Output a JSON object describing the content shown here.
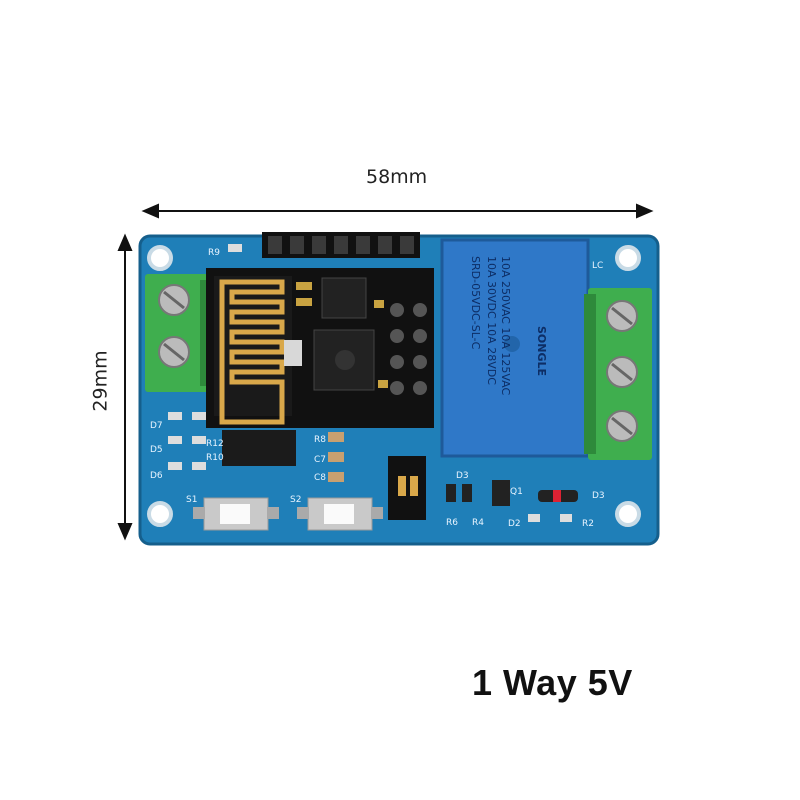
{
  "dimensions": {
    "width_label": "58mm",
    "height_label": "29mm"
  },
  "caption": "1 Way 5V",
  "board": {
    "color": "#1f7fb8",
    "labels": {
      "r9": "R9",
      "r8": "R8",
      "c7": "C7",
      "c8": "C8",
      "r12": "R12",
      "r10": "R10",
      "d7": "D7",
      "d5": "D5",
      "d6": "D6",
      "s1": "S1",
      "s2": "S2",
      "d3a": "D3",
      "d3b": "D3",
      "r6": "R6",
      "r4": "R4",
      "q1": "Q1",
      "d2": "D2",
      "r2": "R2",
      "lc": "LC"
    },
    "relay": {
      "line1": "10A 250VAC  10A 125VAC",
      "line2": "10A 30VDC  10A 28VDC",
      "line3": "SRD-05VDC-SL-C",
      "brand": "SONGLE"
    }
  },
  "colors": {
    "relay": "#2f78c8",
    "terminal": "#3fae4e",
    "module": "#111111",
    "antenna": "#d9a84a"
  }
}
